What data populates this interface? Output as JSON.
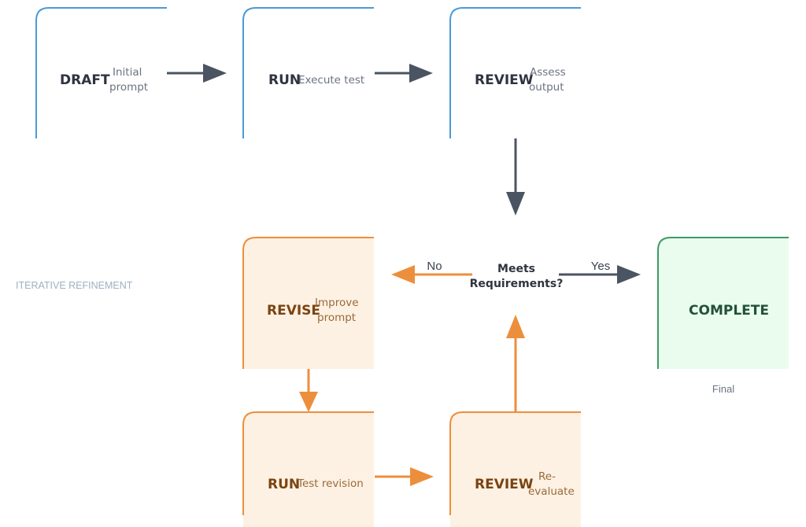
{
  "colors": {
    "blue": "#4a9bd8",
    "orange": "#ec8f3c",
    "orange_fill": "#fdf1e3",
    "orange_text": "#7a4412",
    "orange_sub": "#9a6a3a",
    "green": "#3f9a65",
    "green_fill": "#eafcee",
    "green_text": "#23503a",
    "dark_arrow": "#4b5463",
    "dark_text": "#2e3440",
    "sub_text": "#6b7380",
    "section_text": "#9fb0c2"
  },
  "section_label": "ITERATIVE REFINEMENT",
  "nodes": {
    "draft": {
      "title": "DRAFT",
      "sub": [
        "Initial",
        "prompt"
      ]
    },
    "run": {
      "title": "RUN",
      "sub": [
        "Execute test"
      ]
    },
    "review": {
      "title": "REVIEW",
      "sub": [
        "Assess",
        "output"
      ]
    },
    "decision": {
      "lines": [
        "Meets",
        "Requirements?"
      ]
    },
    "complete": {
      "title": "COMPLETE",
      "caption": "Final"
    },
    "revise": {
      "title": "REVISE",
      "sub": [
        "Improve",
        "prompt"
      ]
    },
    "run2": {
      "title": "RUN",
      "sub": [
        "Test revision"
      ]
    },
    "review2": {
      "title": "REVIEW",
      "sub": [
        "Re-",
        "evaluate"
      ]
    }
  },
  "edges": {
    "no_label": "No",
    "yes_label": "Yes"
  }
}
